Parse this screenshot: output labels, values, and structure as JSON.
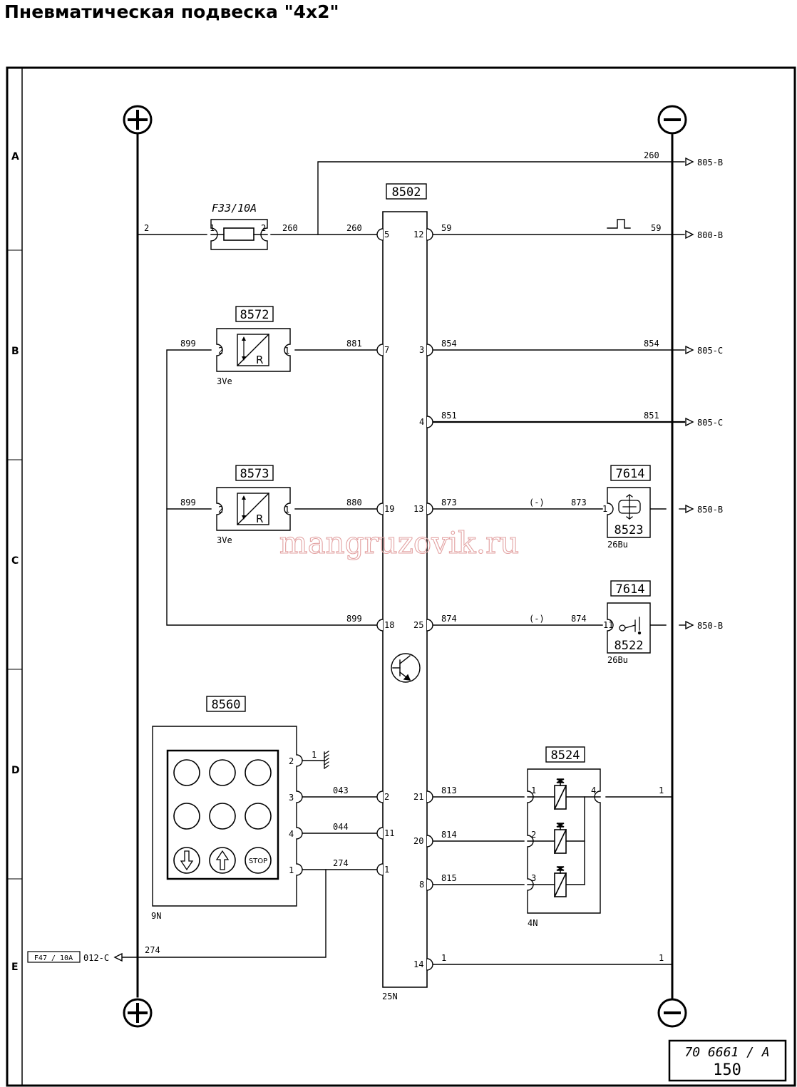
{
  "title": "Пневматическая подвеска \"4x2\"",
  "rows": [
    "A",
    "B",
    "C",
    "D",
    "E"
  ],
  "rails": {
    "plus": "+",
    "minus": "−"
  },
  "fuse": {
    "label": "F33/10A",
    "pin1": "1",
    "pin2": "2"
  },
  "ecu": {
    "id": "8502",
    "connector": "25N"
  },
  "sensors": [
    {
      "id": "8572",
      "pin_left": "2",
      "pin_right": "1",
      "connector": "3Ve",
      "symbol": "R"
    },
    {
      "id": "8573",
      "pin_left": "2",
      "pin_right": "1",
      "connector": "3Ve",
      "symbol": "R"
    }
  ],
  "pressure_switches": [
    {
      "top": "7614",
      "id": "8523",
      "pin": "1",
      "connector": "26Bu"
    },
    {
      "top": "7614",
      "id": "8522",
      "pin": "11",
      "connector": "26Bu"
    }
  ],
  "control_unit": {
    "id": "8560",
    "connector": "9N",
    "stop": "STOP"
  },
  "valve_block": {
    "id": "8524",
    "connector": "4N"
  },
  "ground": {
    "pin": "1",
    "conn_pin": "2"
  },
  "ext_fuse": {
    "label": "F47 / 10A",
    "ref": "012-C",
    "wire": "274"
  },
  "wires": {
    "w2": "2",
    "w260_fuse": "260",
    "w260_top": "260",
    "w260_ecu": "260",
    "w59_ecu": "59",
    "w59_right": "59",
    "w899_a": "899",
    "w881": "881",
    "w854_ecu": "854",
    "w854_right": "854",
    "w851_ecu": "851",
    "w851_right": "851",
    "w899_b": "899",
    "w880": "880",
    "w873_ecu": "873",
    "w873_neg": "(-)",
    "w873_right": "873",
    "w899_c": "899",
    "w874_ecu": "874",
    "w874_neg": "(-)",
    "w874_right": "874",
    "w043": "043",
    "w044": "044",
    "w274": "274",
    "w813": "813",
    "w814": "814",
    "w815": "815",
    "w1_valve": "1",
    "w1_bottom": "1",
    "w1_ecu14": "1"
  },
  "ecu_pins": {
    "p5": "5",
    "p12": "12",
    "p7": "7",
    "p3": "3",
    "p4": "4",
    "p19": "19",
    "p13": "13",
    "p18": "18",
    "p25": "25",
    "p2": "2",
    "p21": "21",
    "p11": "11",
    "p20": "20",
    "p1": "1",
    "p8": "8",
    "p14": "14"
  },
  "cu_pins": {
    "p2": "2",
    "p3": "3",
    "p4": "4",
    "p1": "1"
  },
  "valve_pins": {
    "p1": "1",
    "p2": "2",
    "p3": "3",
    "p4": "4"
  },
  "refs": {
    "r1": "805-B",
    "r2": "800-B",
    "r3": "805-C",
    "r4": "805-C",
    "r5": "850-B",
    "r6": "850-B"
  },
  "watermark": "mangruzovik.ru",
  "stamp": {
    "code": "70 6661 / A",
    "page": "150"
  }
}
